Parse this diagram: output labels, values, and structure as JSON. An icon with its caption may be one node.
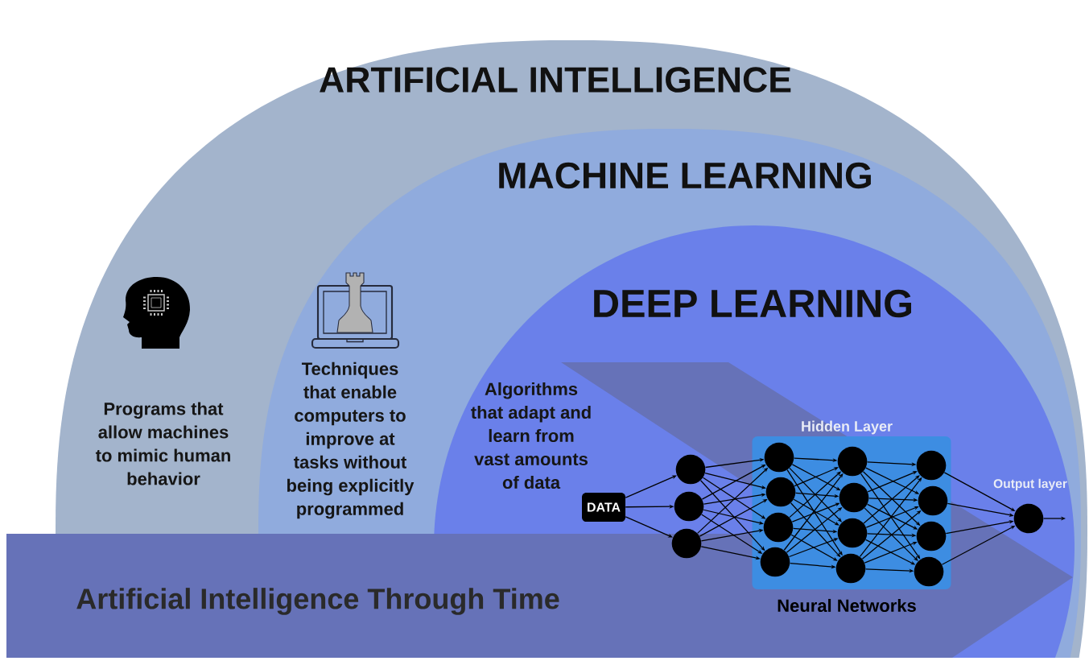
{
  "diagram": {
    "nodes": [
      {
        "text": [
          "ARTIFICIAL INTELLIGENCE",
          "Programs that allow machines to mimic human behavior"
        ]
      },
      {
        "text": [
          "MACHINE LEARNING",
          "Techniques that enable computers to improve at tasks without being explicitly programmed"
        ],
        "in": 0
      },
      {
        "text": [
          "DEEP LEARNING",
          "Algorithms that adapt and learn from vast amounts of data"
        ],
        "in": 1
      },
      {
        "text": [
          "DATA"
        ],
        "in": 2
      },
      {
        "text": [],
        "shape": "circle",
        "in": 2
      },
      {
        "text": [],
        "shape": "circle",
        "in": 2
      },
      {
        "text": [],
        "shape": "circle",
        "in": 2
      },
      {
        "text": [
          "Hidden Layer"
        ],
        "in": 2
      },
      {
        "text": [],
        "shape": "circle",
        "in": 7
      },
      {
        "text": [],
        "shape": "circle",
        "in": 7
      },
      {
        "text": [],
        "shape": "circle",
        "in": 7
      },
      {
        "text": [],
        "shape": "circle",
        "in": 7
      },
      {
        "text": [],
        "shape": "circle",
        "in": 7
      },
      {
        "text": [],
        "shape": "circle",
        "in": 7
      },
      {
        "text": [],
        "shape": "circle",
        "in": 7
      },
      {
        "text": [],
        "shape": "circle",
        "in": 7
      },
      {
        "text": [],
        "shape": "circle",
        "in": 7
      },
      {
        "text": [],
        "shape": "circle",
        "in": 7
      },
      {
        "text": [],
        "shape": "circle",
        "in": 7
      },
      {
        "text": [],
        "shape": "circle",
        "in": 7
      },
      {
        "text": [],
        "shape": "circle",
        "in": 2,
        "beside": [
          "Output layer"
        ]
      }
    ],
    "edges": [
      {
        "from": 3,
        "to": 4,
        "arrow": "to"
      },
      {
        "from": 3,
        "to": 5,
        "arrow": "to"
      },
      {
        "from": 3,
        "to": 6,
        "arrow": "to"
      },
      {
        "from": 4,
        "to": 8,
        "arrow": "to"
      },
      {
        "from": 4,
        "to": 9,
        "arrow": "to"
      },
      {
        "from": 4,
        "to": 10,
        "arrow": "to"
      },
      {
        "from": 4,
        "to": 11,
        "arrow": "to"
      },
      {
        "from": 5,
        "to": 8,
        "arrow": "to"
      },
      {
        "from": 5,
        "to": 9,
        "arrow": "to"
      },
      {
        "from": 5,
        "to": 10,
        "arrow": "to"
      },
      {
        "from": 5,
        "to": 11,
        "arrow": "to"
      },
      {
        "from": 6,
        "to": 8,
        "arrow": "to"
      },
      {
        "from": 6,
        "to": 9,
        "arrow": "to"
      },
      {
        "from": 6,
        "to": 10,
        "arrow": "to"
      },
      {
        "from": 6,
        "to": 11,
        "arrow": "to"
      },
      {
        "from": 8,
        "to": 12,
        "arrow": "to"
      },
      {
        "from": 8,
        "to": 13,
        "arrow": "to"
      },
      {
        "from": 8,
        "to": 14,
        "arrow": "to"
      },
      {
        "from": 8,
        "to": 15,
        "arrow": "to"
      },
      {
        "from": 9,
        "to": 12,
        "arrow": "to"
      },
      {
        "from": 9,
        "to": 13,
        "arrow": "to"
      },
      {
        "from": 9,
        "to": 14,
        "arrow": "to"
      },
      {
        "from": 9,
        "to": 15,
        "arrow": "to"
      },
      {
        "from": 10,
        "to": 12,
        "arrow": "to"
      },
      {
        "from": 10,
        "to": 13,
        "arrow": "to"
      },
      {
        "from": 10,
        "to": 14,
        "arrow": "to"
      },
      {
        "from": 10,
        "to": 15,
        "arrow": "to"
      },
      {
        "from": 11,
        "to": 12,
        "arrow": "to"
      },
      {
        "from": 11,
        "to": 13,
        "arrow": "to"
      },
      {
        "from": 11,
        "to": 14,
        "arrow": "to"
      },
      {
        "from": 11,
        "to": 15,
        "arrow": "to"
      },
      {
        "from": 12,
        "to": 16,
        "arrow": "to"
      },
      {
        "from": 12,
        "to": 17,
        "arrow": "to"
      },
      {
        "from": 12,
        "to": 18,
        "arrow": "to"
      },
      {
        "from": 12,
        "to": 19,
        "arrow": "to"
      },
      {
        "from": 13,
        "to": 16,
        "arrow": "to"
      },
      {
        "from": 13,
        "to": 17,
        "arrow": "to"
      },
      {
        "from": 13,
        "to": 18,
        "arrow": "to"
      },
      {
        "from": 13,
        "to": 19,
        "arrow": "to"
      },
      {
        "from": 14,
        "to": 16,
        "arrow": "to"
      },
      {
        "from": 14,
        "to": 17,
        "arrow": "to"
      },
      {
        "from": 14,
        "to": 18,
        "arrow": "to"
      },
      {
        "from": 14,
        "to": 19,
        "arrow": "to"
      },
      {
        "from": 15,
        "to": 16,
        "arrow": "to"
      },
      {
        "from": 15,
        "to": 17,
        "arrow": "to"
      },
      {
        "from": 15,
        "to": 18,
        "arrow": "to"
      },
      {
        "from": 15,
        "to": 19,
        "arrow": "to"
      },
      {
        "from": 16,
        "to": 20,
        "arrow": "to"
      },
      {
        "from": 17,
        "to": 20,
        "arrow": "to"
      },
      {
        "from": 18,
        "to": 20,
        "arrow": "to"
      },
      {
        "from": 19,
        "to": 20,
        "arrow": "to"
      },
      {
        "from": 20,
        "to": null,
        "arrow": "to"
      }
    ],
    "labels": [
      "Artificial Intelligence Through Time",
      "Neural Networks"
    ]
  }
}
